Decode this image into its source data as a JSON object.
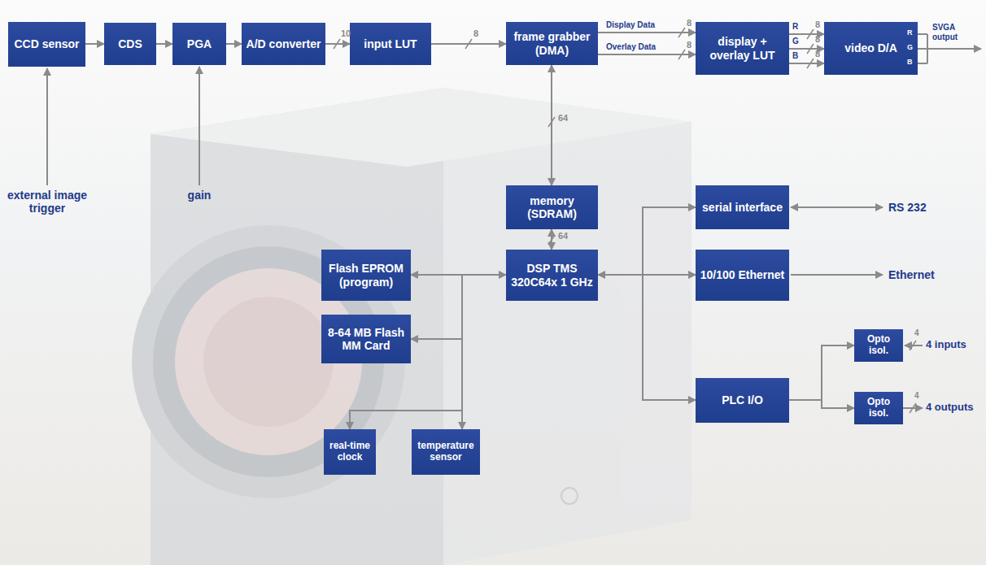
{
  "diagram": {
    "nodes": [
      {
        "text": [
          "CCD sensor"
        ]
      },
      {
        "text": [
          "CDS"
        ]
      },
      {
        "text": [
          "PGA"
        ]
      },
      {
        "text": [
          "A/D converter"
        ]
      },
      {
        "text": [
          "input LUT"
        ]
      },
      {
        "text": [
          "frame grabber (DMA)"
        ]
      },
      {
        "text": [
          "display + overlay LUT"
        ]
      },
      {
        "text": [
          "video D/A"
        ]
      },
      {
        "text": [
          "memory (SDRAM)"
        ]
      },
      {
        "text": [
          "serial interface"
        ]
      },
      {
        "text": [
          "Flash EPROM (program)"
        ]
      },
      {
        "text": [
          "DSP TMS 320C64x 1 GHz"
        ]
      },
      {
        "text": [
          "10/100 Ethernet"
        ]
      },
      {
        "text": [
          "8-64 MB Flash MM Card"
        ]
      },
      {
        "text": [
          "PLC I/O"
        ]
      },
      {
        "text": [
          "Opto isol."
        ]
      },
      {
        "text": [
          "Opto isol."
        ]
      },
      {
        "text": [
          "real-time clock"
        ]
      },
      {
        "text": [
          "temperature sensor"
        ]
      }
    ],
    "edges": [
      {
        "from": 0,
        "to": 1,
        "arrow": "to"
      },
      {
        "from": 1,
        "to": 2,
        "arrow": "to"
      },
      {
        "from": 2,
        "to": 3,
        "arrow": "to"
      },
      {
        "from": 3,
        "to": 4,
        "arrow": "to"
      },
      {
        "from": 4,
        "to": 5,
        "arrow": "to"
      },
      {
        "from": 5,
        "to": 6,
        "label": "Display Data",
        "arrow": "to"
      },
      {
        "from": 5,
        "to": 6,
        "label": "Overlay Data",
        "arrow": "to"
      },
      {
        "from": 6,
        "to": 7,
        "label": "R",
        "arrow": "to"
      },
      {
        "from": 6,
        "to": 7,
        "label": "G",
        "arrow": "to"
      },
      {
        "from": 6,
        "to": 7,
        "label": "B",
        "arrow": "to"
      },
      {
        "from": 5,
        "to": 8,
        "arrow": "both"
      },
      {
        "from": 8,
        "to": 11,
        "arrow": "both"
      },
      {
        "from": 11,
        "to": 10,
        "arrow": "both"
      },
      {
        "from": 11,
        "to": 13,
        "arrow": "to"
      },
      {
        "from": 11,
        "to": 17,
        "arrow": "to"
      },
      {
        "from": 11,
        "to": 18,
        "arrow": "to"
      },
      {
        "from": 11,
        "to": 9,
        "arrow": "to"
      },
      {
        "from": 11,
        "to": 12,
        "arrow": "both"
      },
      {
        "from": 11,
        "to": 14,
        "arrow": "to"
      },
      {
        "from": 14,
        "to": 15,
        "arrow": "to"
      },
      {
        "from": 14,
        "to": 16,
        "arrow": "to"
      }
    ],
    "labels": [
      "external image trigger",
      "gain",
      "10",
      "8",
      "8",
      "8",
      "8",
      "8",
      "8",
      "R",
      "G",
      "B",
      "SVGA output",
      "64",
      "64",
      "RS 232",
      "Ethernet",
      "4",
      "4 inputs",
      "4",
      "4 outputs"
    ]
  }
}
